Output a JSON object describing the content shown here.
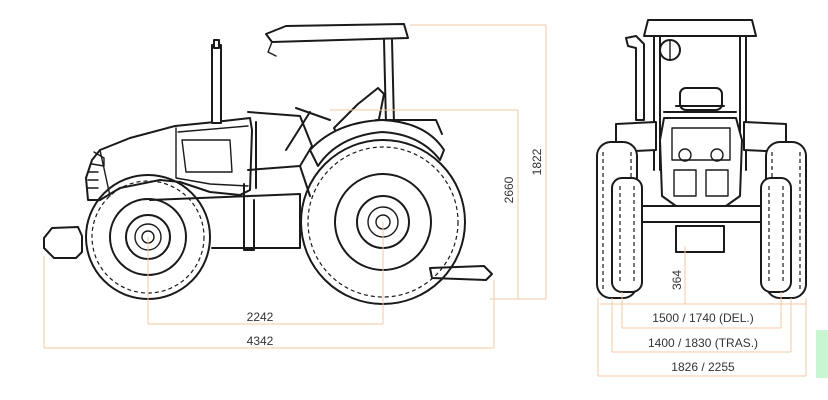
{
  "dimensions": {
    "wheelbase": "2242",
    "overall_length": "4342",
    "overall_height": "2660",
    "canopy_height": "1822",
    "ground_clearance": "364",
    "front_track": "1500 / 1740 (DEL.)",
    "rear_track": "1400 / 1830 (TRAS.)",
    "overall_width": "1826 / 2255"
  },
  "colors": {
    "line": "#1a1a1a",
    "dimension_line": "#f2c9a3",
    "text": "#333333",
    "accent": "#c8f5d2"
  }
}
